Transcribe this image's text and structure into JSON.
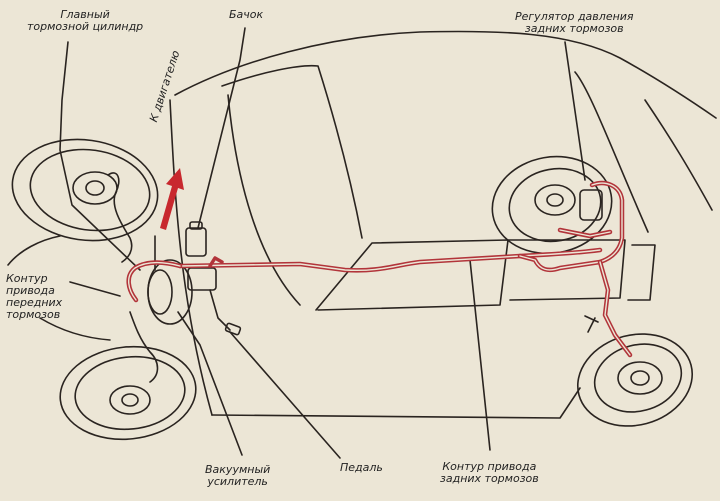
{
  "labels": {
    "master_cylinder": [
      "Главный",
      "тормозной цилиндр"
    ],
    "reservoir": "Бачок",
    "rear_pressure_regulator": [
      "Регулятор давления",
      "задних тормозов"
    ],
    "to_engine": "К двигателю",
    "front_circuit": [
      "Контур",
      "привода",
      "передних",
      "тормозов"
    ],
    "vacuum_booster": [
      "Вакуумный",
      "усилитель"
    ],
    "pedal": "Педаль",
    "rear_circuit": [
      "Контур привода",
      "задних тормозов"
    ]
  },
  "colors": {
    "background": "#ece6d6",
    "line": "#2a2420",
    "brake_line": "#b2343a",
    "arrow": "#c8282e"
  }
}
